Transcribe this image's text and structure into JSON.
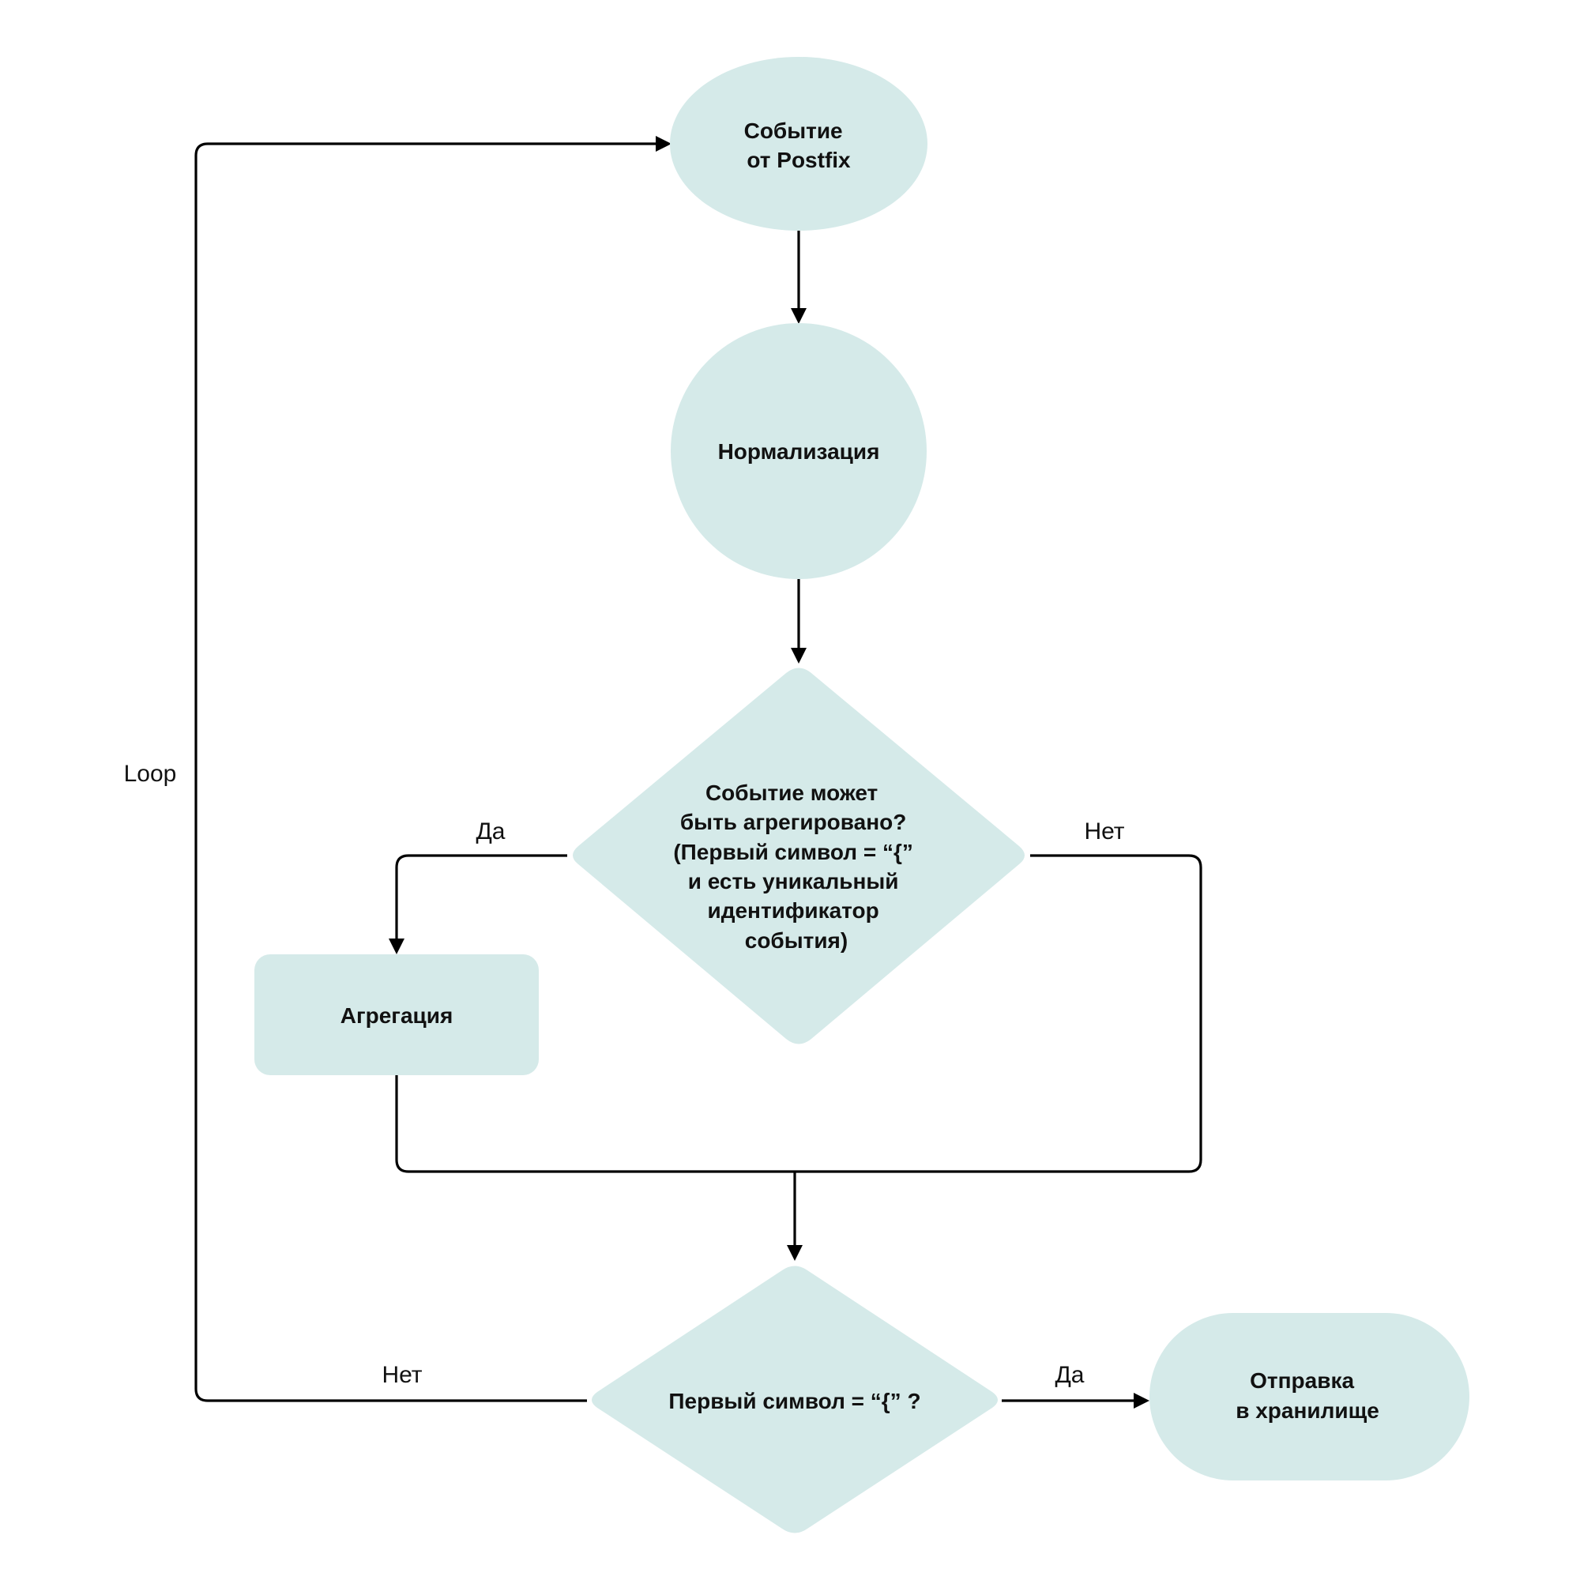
{
  "colors": {
    "node_fill": "#d5eae9",
    "edge_stroke": "#000000",
    "text": "#111111"
  },
  "nodes": {
    "event_source": {
      "lines": [
        "Событие",
        "от Postfix"
      ]
    },
    "normalization": {
      "lines": [
        "Нормализация"
      ]
    },
    "decision_aggregate": {
      "lines": [
        "Событие может",
        "быть агрегировано?",
        "(Первый символ  = “{”",
        "и есть уникальный",
        "идентификатор",
        "события)"
      ]
    },
    "aggregation": {
      "lines": [
        "Агрегация"
      ]
    },
    "decision_first_char": {
      "lines": [
        "Первый символ  = “{” ?"
      ]
    },
    "send_storage": {
      "lines": [
        "Отправка",
        "в хранилище"
      ]
    }
  },
  "edge_labels": {
    "loop": "Loop",
    "aggregate_yes": "Да",
    "aggregate_no": "Нет",
    "first_char_no": "Нет",
    "first_char_yes": "Да"
  }
}
